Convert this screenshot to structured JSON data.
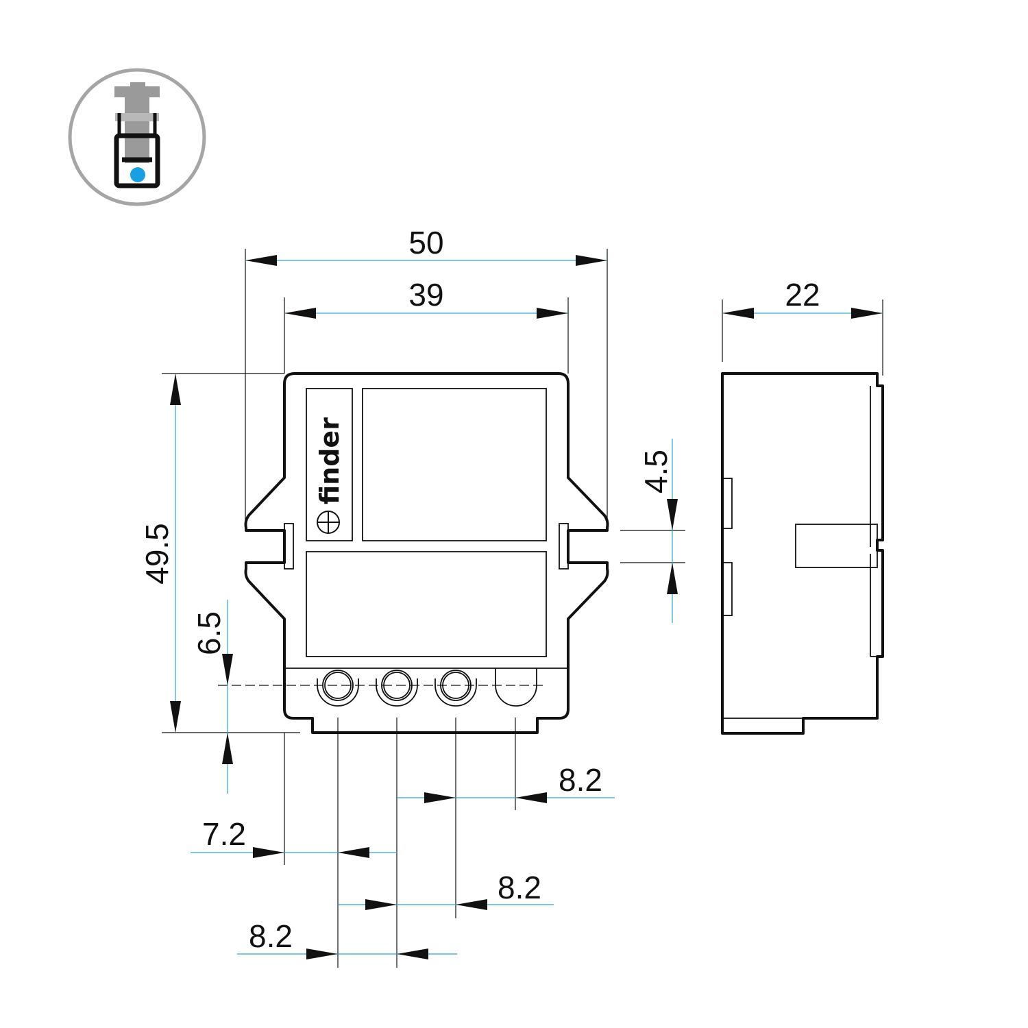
{
  "brand": "finder",
  "colors": {
    "outline": "#111111",
    "dimension_line": "#2aa6cf",
    "icon_ring": "#a5a5a5",
    "icon_screw": "#9a9a9a",
    "icon_dot": "#1a9fe2"
  },
  "icon": {
    "name": "screw-terminal-icon"
  },
  "dimensions": {
    "overall_width": "50",
    "body_width": "39",
    "depth": "22",
    "height": "49.5",
    "rail_slot": "4.5",
    "terminal_offset_vertical": "6.5",
    "terminal_offset_horizontal": "7.2",
    "pitch_a": "8.2",
    "pitch_b": "8.2",
    "pitch_c": "8.2"
  }
}
